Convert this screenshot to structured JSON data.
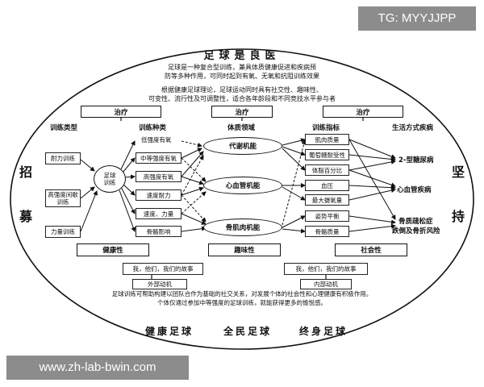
{
  "watermark": {
    "top": "TG: MYYJJPP",
    "bottom": "www.zh-lab-bwin.com"
  },
  "title": "足球是良医",
  "intro": {
    "line1": "足球是一种复合型训练，兼具体质健康促进和疾病预",
    "line2": "防等多种作用，可同时起到有氧、无氧和抗阻训练效果",
    "line3": "根据健康足球理论，足球运动同时具有社交性、趣味性、",
    "line4": "可变性、流行性及可调整性，适合各年龄段和不同竞技水平参与者"
  },
  "treatment": {
    "left": "治疗",
    "center": "治疗",
    "right": "治疗"
  },
  "headers": {
    "training_type": "训练类型",
    "training_kind": "训练种类",
    "body_domain": "体质领域",
    "indicator": "训练指标",
    "disease": "生活方式疾病"
  },
  "side_labels": {
    "left_top": "招",
    "left_bottom": "募",
    "right_top": "坚",
    "right_bottom": "持"
  },
  "training_types": [
    "耐力训练",
    "高强度间歇训练",
    "力量训练"
  ],
  "football_training": "足球训练",
  "training_kinds": [
    "低强度有氧",
    "中等强度有氧",
    "高强度有氧",
    "速度耐力",
    "速度、力量",
    "骨骼影响"
  ],
  "domains": [
    "代谢机能",
    "心血管机能",
    "骨肌肉机能"
  ],
  "indicators": [
    "肌肉质量",
    "葡萄糖耐受性",
    "体脂百分比",
    "血压",
    "最大摄氧量",
    "姿势平衡",
    "骨骼质量"
  ],
  "diseases": [
    "2-型糖尿病",
    "心血管疾病",
    "骨质疏松症",
    "跌倒及骨折风险"
  ],
  "bottom_bars": {
    "health": "健康性",
    "fun": "趣味性",
    "social": "社会性"
  },
  "story": {
    "left": "我，他们，我们的故事",
    "right": "我，他们，我们的故事"
  },
  "motivation": {
    "external": "外部动机",
    "internal": "内部动机"
  },
  "conclusion": {
    "line1": "足球训练可帮助构建以团队合作为基础的社交关系，对发展个体的社会性和心理健康有积极作用。",
    "line2": "个体仅通过参加中等强度的足球训练，就能获得更多的愉悦感。"
  },
  "slogan": {
    "a": "健康足球",
    "b": "全民足球",
    "c": "终身足球"
  }
}
